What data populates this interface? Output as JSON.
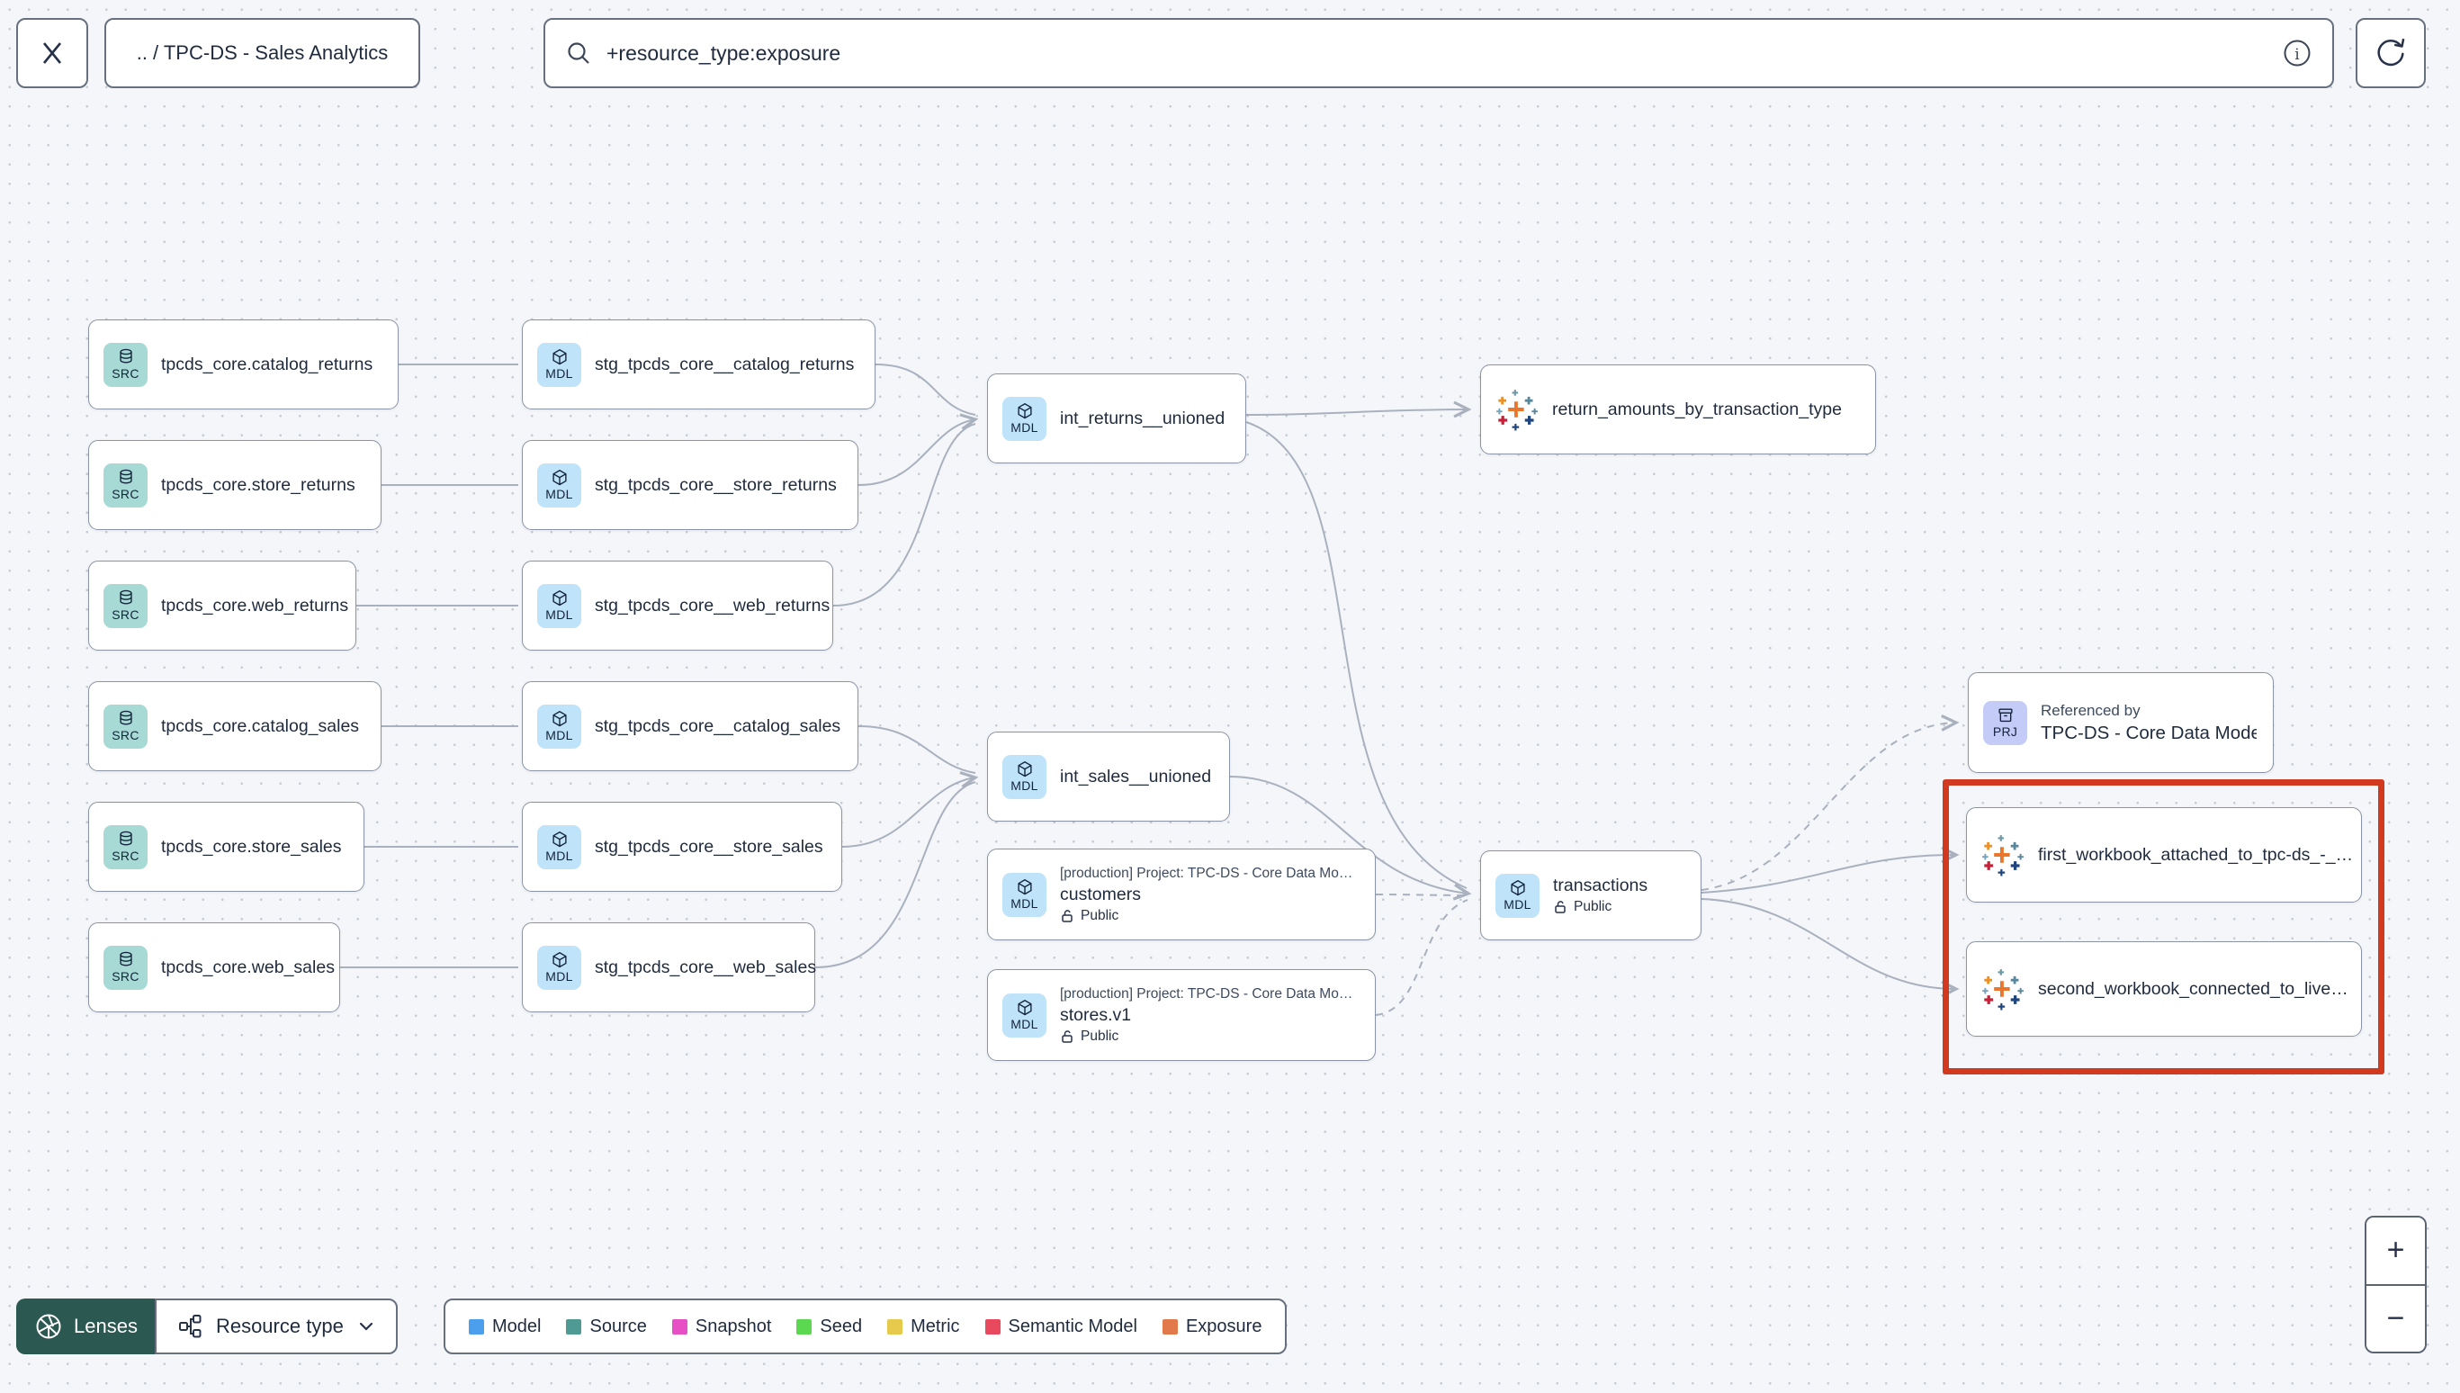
{
  "header": {
    "breadcrumb": ".. / TPC-DS - Sales Analytics",
    "search": {
      "value": "+resource_type:exposure"
    }
  },
  "graph": {
    "nodes": [
      {
        "badge": "SRC",
        "title": "tpcds_core.catalog_returns"
      },
      {
        "badge": "SRC",
        "title": "tpcds_core.store_returns"
      },
      {
        "badge": "SRC",
        "title": "tpcds_core.web_returns"
      },
      {
        "badge": "SRC",
        "title": "tpcds_core.catalog_sales"
      },
      {
        "badge": "SRC",
        "title": "tpcds_core.store_sales"
      },
      {
        "badge": "SRC",
        "title": "tpcds_core.web_sales"
      },
      {
        "badge": "MDL",
        "title": "stg_tpcds_core__catalog_returns"
      },
      {
        "badge": "MDL",
        "title": "stg_tpcds_core__store_returns"
      },
      {
        "badge": "MDL",
        "title": "stg_tpcds_core__web_returns"
      },
      {
        "badge": "MDL",
        "title": "stg_tpcds_core__catalog_sales"
      },
      {
        "badge": "MDL",
        "title": "stg_tpcds_core__store_sales"
      },
      {
        "badge": "MDL",
        "title": "stg_tpcds_core__web_sales"
      },
      {
        "badge": "MDL",
        "title": "int_returns__unioned"
      },
      {
        "title": "return_amounts_by_transaction_type"
      },
      {
        "badge": "MDL",
        "title": "int_sales__unioned"
      },
      {
        "badge": "MDL",
        "project": "[production] Project: TPC-DS - Core Data Mo…",
        "title": "customers",
        "visibility": "Public"
      },
      {
        "badge": "MDL",
        "project": "[production] Project: TPC-DS - Core Data Mo…",
        "title": "stores.v1",
        "visibility": "Public"
      },
      {
        "badge": "MDL",
        "title": "transactions",
        "visibility": "Public"
      },
      {
        "badge": "PRJ",
        "label": "Referenced by",
        "title": "TPC-DS - Core Data Models"
      },
      {
        "title": "first_workbook_attached_to_tpc-ds_-_…"
      },
      {
        "title": "second_workbook_connected_to_live…"
      }
    ],
    "highlight_color": "#D13A1E",
    "edge_color": "#A9B1BF"
  },
  "footer": {
    "lenses_label": "Lenses",
    "resource_type_label": "Resource type",
    "legend": [
      {
        "label": "Model",
        "color": "#4C9FEC"
      },
      {
        "label": "Source",
        "color": "#4F9B94"
      },
      {
        "label": "Snapshot",
        "color": "#E74FC4"
      },
      {
        "label": "Seed",
        "color": "#5CD750"
      },
      {
        "label": "Metric",
        "color": "#E7C94C"
      },
      {
        "label": "Semantic Model",
        "color": "#E8495F"
      },
      {
        "label": "Exposure",
        "color": "#E2794B"
      }
    ]
  },
  "zoom_controls": {
    "zoom_in": "+",
    "zoom_out": "−"
  }
}
